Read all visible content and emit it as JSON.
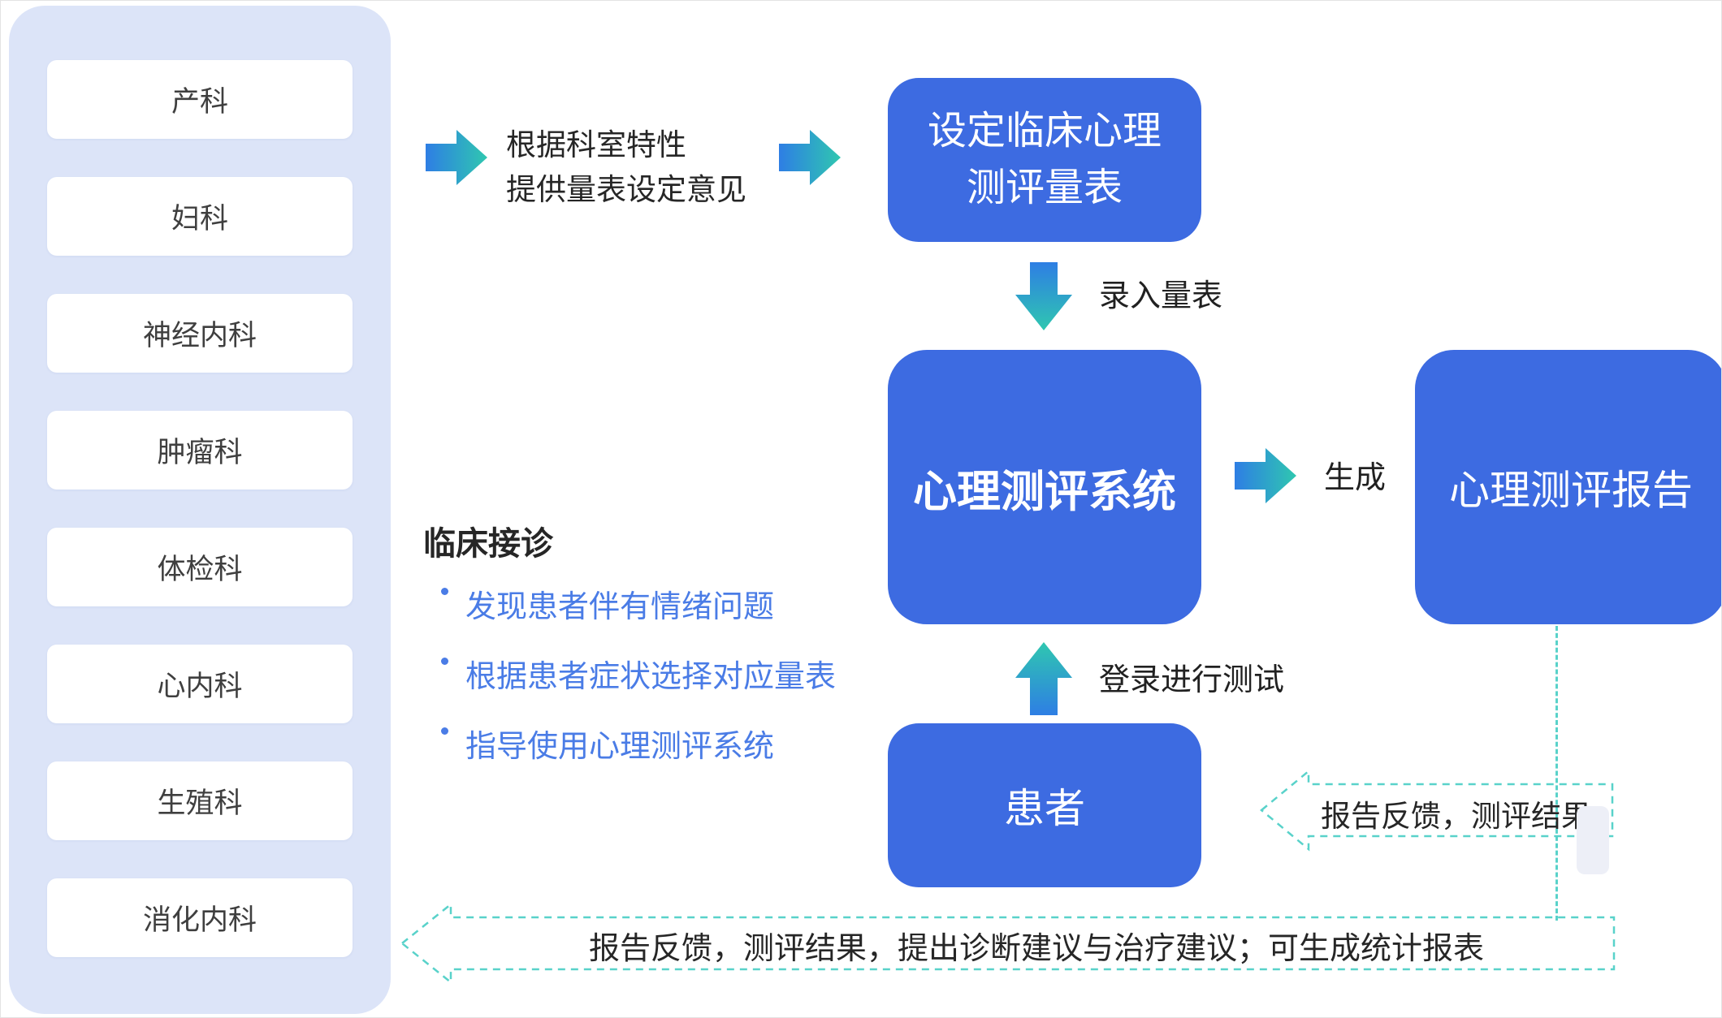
{
  "sidebar": {
    "departments": [
      "产科",
      "妇科",
      "神经内科",
      "肿瘤科",
      "体检科",
      "心内科",
      "生殖科",
      "消化内科"
    ]
  },
  "nodes": {
    "setup_scale": "设定临床心理\n测评量表",
    "assessment_system": "心理测评系统",
    "assessment_report": "心理测评报告",
    "patient": "患者"
  },
  "edges": {
    "dept_advice": "根据科室特性\n提供量表设定意见",
    "enter_scale": "录入量表",
    "generate": "生成",
    "login_test": "登录进行测试",
    "feedback_patient": "报告反馈，测评结果",
    "feedback_clinic": "报告反馈，测评结果，提出诊断建议与治疗建议；可生成统计报表"
  },
  "clinical": {
    "title": "临床接诊",
    "bullets": [
      "发现患者伴有情绪问题",
      "根据患者症状选择对应量表",
      "指导使用心理测评系统"
    ]
  },
  "colors": {
    "panel": "#dce4f8",
    "node_blue": "#3d6be1",
    "arrow_blue": "#2e7ee4",
    "arrow_teal": "#2fc7b0",
    "dashed_teal": "#59d2ca",
    "bullet_blue": "#4a7ce6"
  }
}
